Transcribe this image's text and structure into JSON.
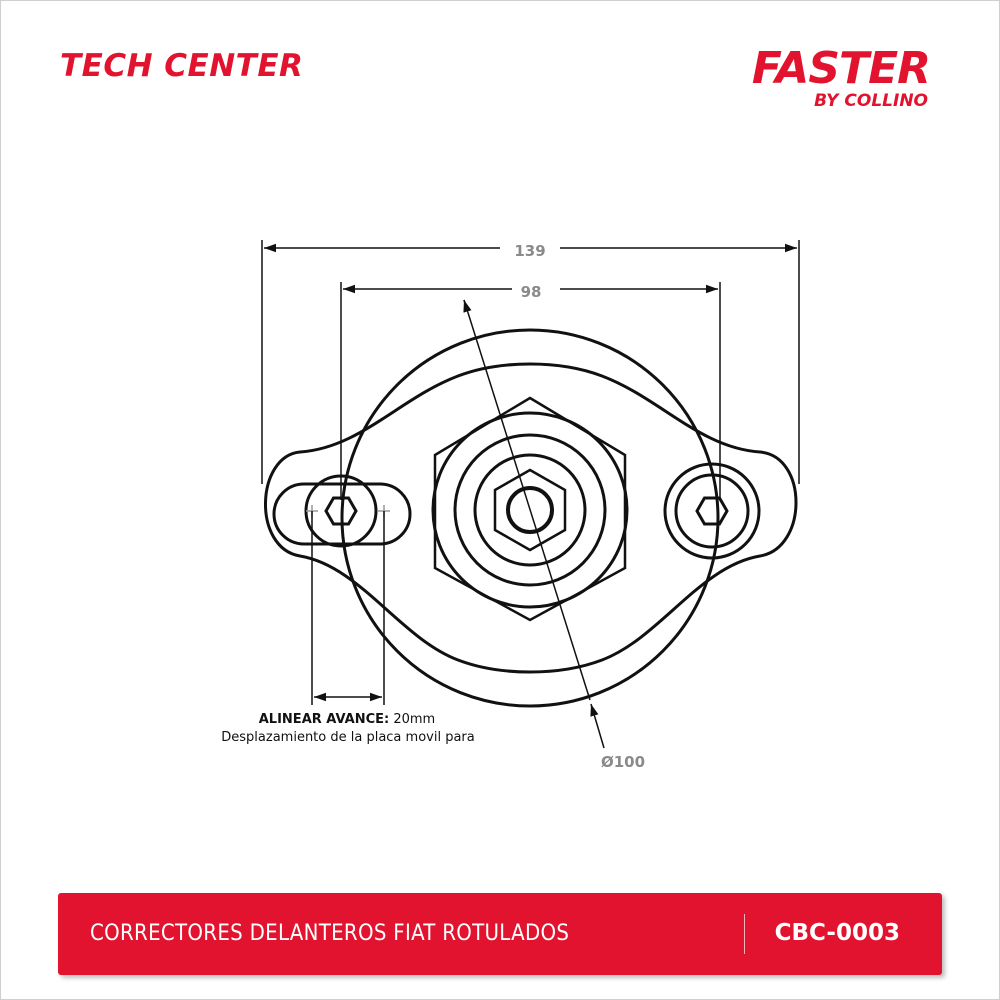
{
  "brand": {
    "left": "TECH CENTER",
    "right_main": "FASTER",
    "right_sub": "BY COLLINO",
    "color": "#e2132e"
  },
  "drawing": {
    "dim_total": "139",
    "dim_bolts": "98",
    "dim_diameter": "Ø100",
    "note_bold": "ALINEAR AVANCE:",
    "note_value": " 20mm",
    "note_line2": "Desplazamiento de la placa movil para"
  },
  "footer": {
    "title": "CORRECTORES DELANTEROS FIAT ROTULADOS",
    "code": "CBC-0003",
    "color": "#e2132e"
  }
}
